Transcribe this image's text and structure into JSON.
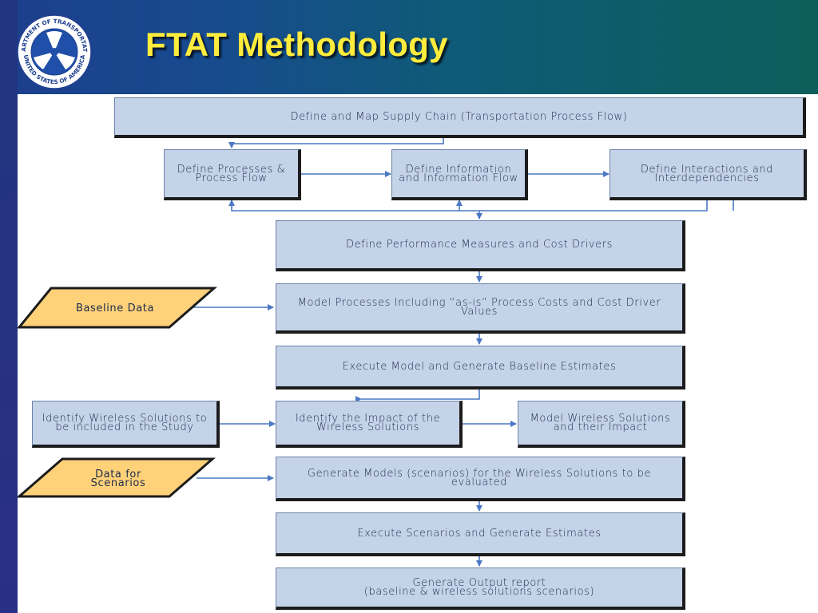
{
  "slide": {
    "title": "FTAT Methodology",
    "seal_text_top": "DEPARTMENT OF TRANSPORTATION",
    "seal_text_bottom": "UNITED STATES OF AMERICA"
  },
  "colors": {
    "process_fill": "#c5d3e9",
    "data_fill": "#ffd27a",
    "connector": "#4a78c4",
    "title": "#ffec3d"
  },
  "flowchart": {
    "supply_chain": "Define and Map Supply Chain (Transportation Process Flow)",
    "processes": "Define Processes & Process Flow",
    "information": "Define Information and Information Flow",
    "interactions": "Define Interactions and Interdependencies",
    "performance": "Define Performance Measures and Cost Drivers",
    "model_processes": "Model Processes Including “as-is” Process Costs and Cost Driver Values",
    "execute_baseline": "Execute Model and Generate Baseline Estimates",
    "identify_impact": "Identify the Impact of the Wireless Solutions",
    "model_wireless": "Model Wireless Solutions and their Impact",
    "generate_scenarios": "Generate Models (scenarios) for the Wireless Solutions to be evaluated",
    "execute_scenarios": "Execute Scenarios and Generate Estimates",
    "output_report_line1": "Generate Output report",
    "output_report_line2": "(baseline & wireless solutions scenarios)",
    "identify_wireless": "Identify Wireless Solutions to be included in the Study",
    "baseline_data": "Baseline Data",
    "scenario_data": "Data for Scenarios"
  }
}
